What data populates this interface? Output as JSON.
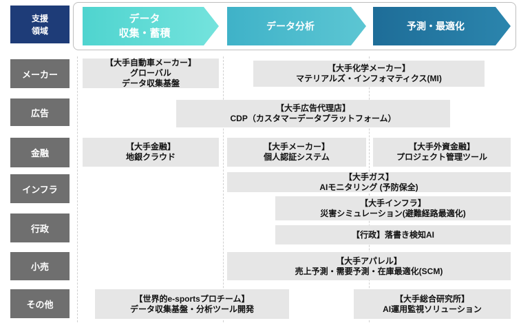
{
  "corner": {
    "line1": "支援",
    "line2": "領域"
  },
  "phases": [
    {
      "line1": "データ",
      "line2": "収集・蓄積"
    },
    {
      "label": "データ分析"
    },
    {
      "label": "予測・最適化"
    }
  ],
  "rows": {
    "maker": "メーカー",
    "ad": "広告",
    "finance": "金融",
    "infra": "インフラ",
    "gov": "行政",
    "retail": "小売",
    "other": "その他"
  },
  "cases": {
    "maker_car": {
      "title": "【大手自動車メーカー】",
      "line2": "グローバル",
      "line3": "データ収集基盤"
    },
    "maker_chem": {
      "title": "【大手化学メーカー】",
      "line2": "マテリアルズ・インフォマティクス(MI)"
    },
    "ad_agency": {
      "title": "【大手広告代理店】",
      "line2": "CDP（カスタマーデータプラットフォーム）"
    },
    "fin_bank": {
      "title": "【大手金融】",
      "line2": "地銀クラウド"
    },
    "fin_maker": {
      "title": "【大手メーカー】",
      "line2": "個人認証システム"
    },
    "fin_foreign": {
      "title": "【大手外資金融】",
      "line2": "プロジェクト管理ツール"
    },
    "infra_gas": {
      "title": "【大手ガス】",
      "line2": "AIモニタリング (予防保全)"
    },
    "infra_infra": {
      "title": "【大手インフラ】",
      "line2": "災害シミュレーション(避難経路最適化)"
    },
    "gov_graffiti": {
      "title": "【行政】落書き検知AI"
    },
    "retail_apparel": {
      "title": "【大手アパレル】",
      "line2": "売上予測・需要予測・在庫最適化(SCM)"
    },
    "other_esports": {
      "title": "【世界的e-sportsプロチーム】",
      "line2": "データ収集基盤・分析ツール開発"
    },
    "other_research": {
      "title": "【大手総合研究所】",
      "line2": "AI運用監視ソリューション"
    }
  }
}
